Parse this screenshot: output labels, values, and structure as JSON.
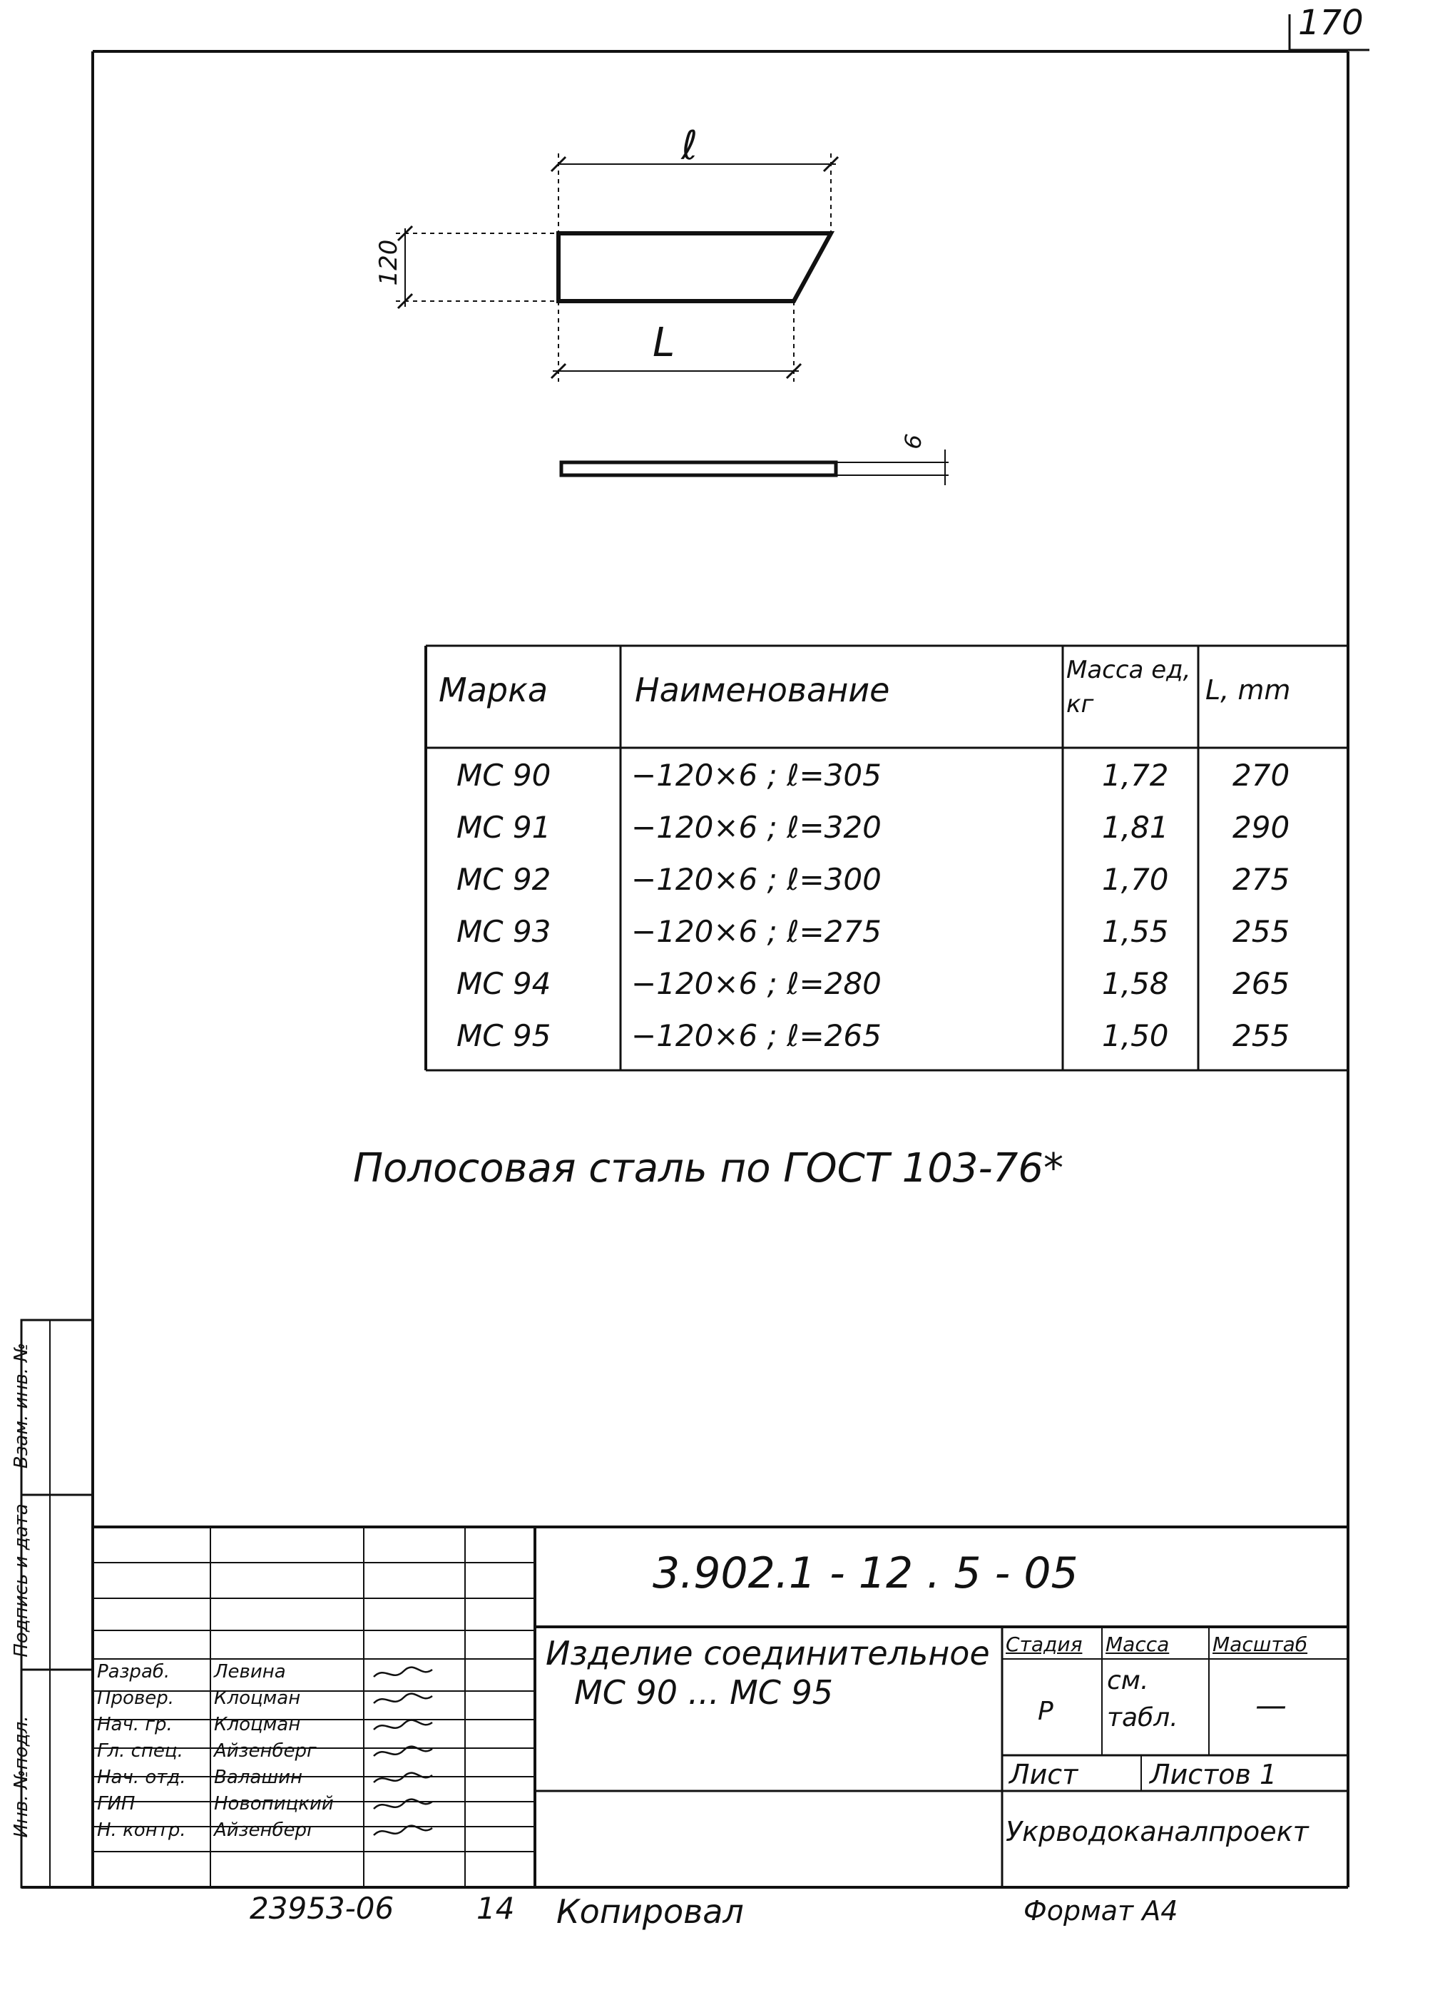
{
  "sheet_number": "170",
  "drawing": {
    "dim_top": "ℓ",
    "dim_height": "120",
    "dim_bottom": "L",
    "dim_thickness": "6"
  },
  "table": {
    "headers": {
      "mark": "Марка",
      "name": "Наименование",
      "mass": "Масса ед, кг",
      "length": "L, mm"
    },
    "rows": [
      {
        "mark": "MC 90",
        "name": "−120×6 ; ℓ=305",
        "mass": "1,72",
        "length": "270"
      },
      {
        "mark": "MC 91",
        "name": "−120×6 ; ℓ=320",
        "mass": "1,81",
        "length": "290"
      },
      {
        "mark": "MC 92",
        "name": "−120×6 ; ℓ=300",
        "mass": "1,70",
        "length": "275"
      },
      {
        "mark": "MC 93",
        "name": "−120×6 ; ℓ=275",
        "mass": "1,55",
        "length": "255"
      },
      {
        "mark": "MC 94",
        "name": "−120×6 ; ℓ=280",
        "mass": "1,58",
        "length": "265"
      },
      {
        "mark": "MC 95",
        "name": "−120×6 ; ℓ=265",
        "mass": "1,50",
        "length": "255"
      }
    ]
  },
  "note": "Полосовая сталь по ГОСТ 103-76*",
  "side_stamp": {
    "inv_orig": "Инв. №подл.",
    "sign_date": "Подпись и дата",
    "inv_repl": "Взам. инв. №"
  },
  "title_block": {
    "doc_code": "3.902.1 - 12 .   5 - 05",
    "title_line1": "Изделие соединительное",
    "title_line2": "MC 90 ... MC 95",
    "stage_label": "Стадия",
    "mass_label": "Масса",
    "scale_label": "Масштаб",
    "stage_value": "Р",
    "mass_value": "см. табл.",
    "scale_value": "—",
    "sheet_label": "Лист",
    "sheets_label": "Листов 1",
    "organization": "Укрводоканалпроект",
    "roles": [
      {
        "role": "Разраб.",
        "name": "Левина"
      },
      {
        "role": "Провер.",
        "name": "Клоцман"
      },
      {
        "role": "Нач. гр.",
        "name": "Клоцман"
      },
      {
        "role": "Гл. спец.",
        "name": "Айзенберг"
      },
      {
        "role": "Нач. отд.",
        "name": "Валашин"
      },
      {
        "role": "ГИП",
        "name": "Новопицкий"
      },
      {
        "role": "Н. контр.",
        "name": "Айзенберг"
      }
    ]
  },
  "footer": {
    "order_no": "23953-06",
    "sheet_no": "14",
    "copied": "Копировал",
    "format": "Формат А4"
  }
}
